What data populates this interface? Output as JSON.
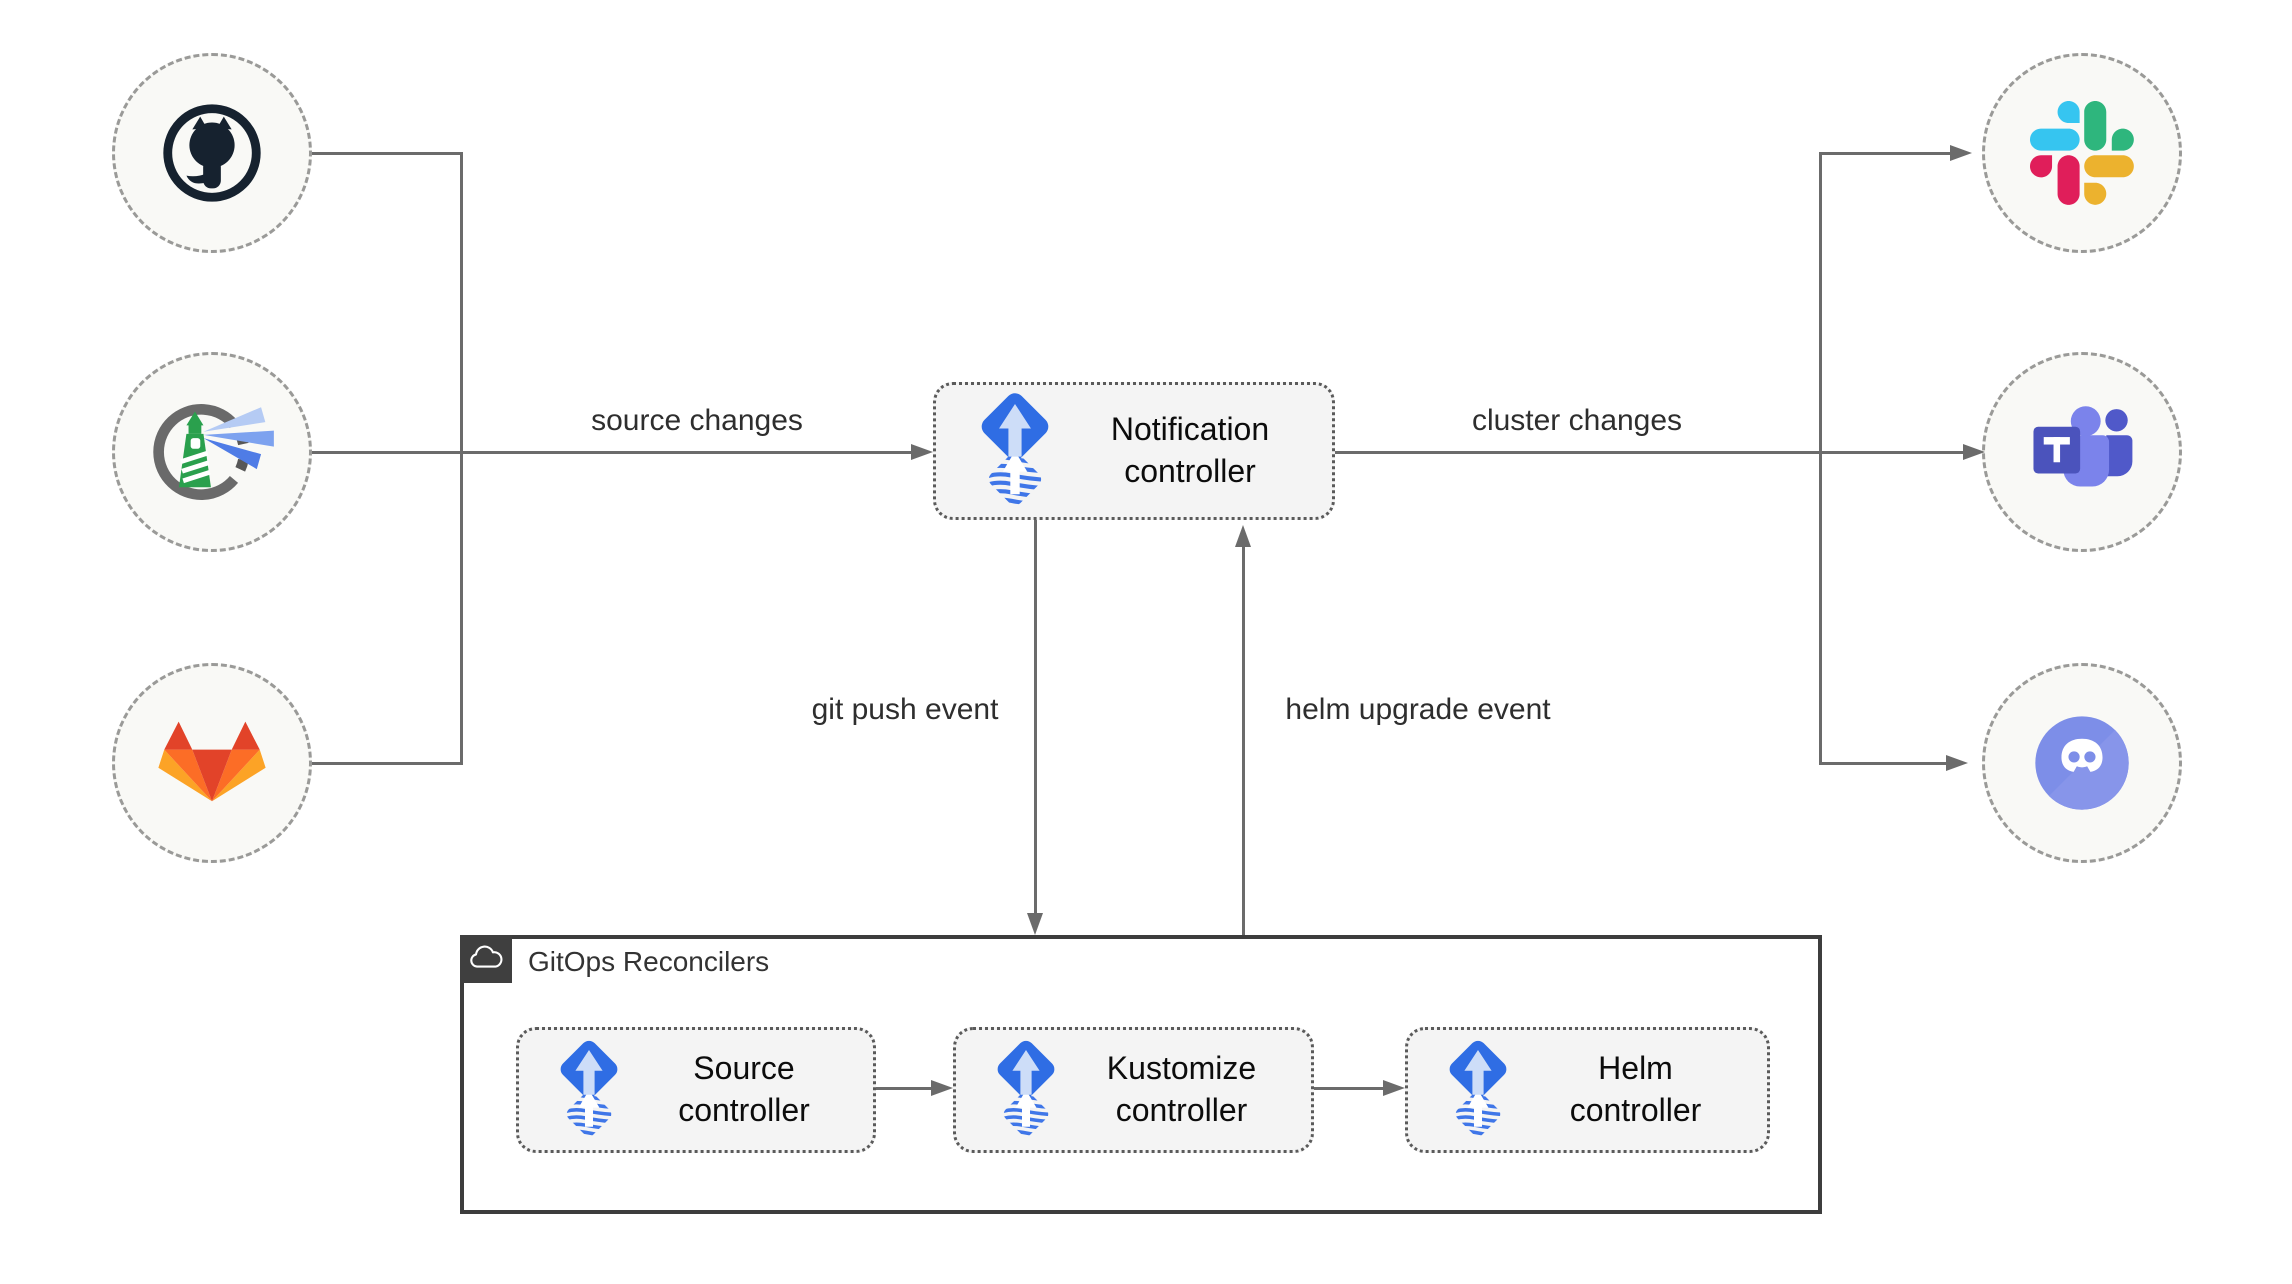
{
  "diagram": {
    "sources": [
      {
        "id": "github",
        "icon": "github-icon"
      },
      {
        "id": "harbor",
        "icon": "harbor-icon"
      },
      {
        "id": "gitlab",
        "icon": "gitlab-icon"
      }
    ],
    "targets": [
      {
        "id": "slack",
        "icon": "slack-icon"
      },
      {
        "id": "teams",
        "icon": "teams-icon"
      },
      {
        "id": "discord",
        "icon": "discord-icon"
      }
    ],
    "nodes": {
      "notification": {
        "label": "Notification controller",
        "icon": "flux-icon"
      },
      "source": {
        "label": "Source controller",
        "icon": "flux-icon"
      },
      "kustomize": {
        "label": "Kustomize controller",
        "icon": "flux-icon"
      },
      "helm": {
        "label": "Helm controller",
        "icon": "flux-icon"
      }
    },
    "group": {
      "label": "GitOps Reconcilers",
      "icon": "cloud-icon"
    },
    "edge_labels": {
      "source_changes": "source changes",
      "cluster_changes": "cluster changes",
      "git_push": "git push event",
      "helm_upgrade": "helm upgrade event"
    },
    "colors": {
      "line": "#6b6b6b",
      "flux_blue": "#2f6de4",
      "flux_stripe": "#3f76e8",
      "flux_arrow_light": "#cdddf8",
      "node_bg": "#f4f4f4",
      "node_border": "#5a5a5a",
      "group_border": "#3d3d3d",
      "badge_bg": "#3f3f3f",
      "circle_bg": "#f9f9f6",
      "circle_border": "#9a9a98",
      "github": "#16222f",
      "harbor_gray": "#6a6a6a",
      "harbor_green": "#2aa04d",
      "gitlab": [
        "#e24329",
        "#fc6d26",
        "#fca326"
      ],
      "slack": [
        "#36C5F0",
        "#2EB67D",
        "#ECB22E",
        "#E01E5A"
      ],
      "teams": [
        "#4b53bc",
        "#7b83eb",
        "#5059c9"
      ],
      "discord": "#7d8ee8"
    }
  }
}
